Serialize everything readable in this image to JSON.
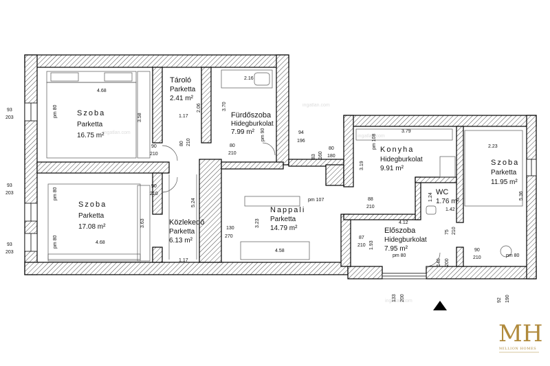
{
  "rooms": [
    {
      "id": "szoba-1",
      "name": "Szoba",
      "material": "Parketta",
      "area": "16.75 m²"
    },
    {
      "id": "szoba-2",
      "name": "Szoba",
      "material": "Parketta",
      "area": "17.08 m²"
    },
    {
      "id": "tarolo",
      "name": "Tároló",
      "material": "Parketta",
      "area": "2.41 m²"
    },
    {
      "id": "furdoszoba",
      "name": "Fürdőszoba",
      "material": "Hidegburkolat",
      "area": "7.99 m²"
    },
    {
      "id": "kozlekedo",
      "name": "Közlekedő",
      "material": "Parketta",
      "area": "6.13 m²"
    },
    {
      "id": "nappali",
      "name": "Nappali",
      "material": "Parketta",
      "area": "14.79 m²"
    },
    {
      "id": "konyha",
      "name": "Konyha",
      "material": "Hidegburkolat",
      "area": "9.91 m²"
    },
    {
      "id": "wc",
      "name": "WC",
      "material": "",
      "area": "1.76 m²"
    },
    {
      "id": "eloszoba",
      "name": "Előszoba",
      "material": "Hidegburkolat",
      "area": "7.95 m²"
    },
    {
      "id": "szoba-3",
      "name": "Szoba",
      "material": "Parketta",
      "area": "11.95 m²"
    }
  ],
  "dimensions": {
    "d_468a": "4.68",
    "d_358": "3.58",
    "d_117a": "1.17",
    "d_206": "2.06",
    "d_216": "2.16",
    "d_370": "3.70",
    "d_pm80a": "pm 80",
    "d_93a": "93",
    "d_203a": "203",
    "d_90a": "90",
    "d_210a": "210",
    "d_80a": "80",
    "d_210b": "210",
    "d_80b": "80",
    "d_210c": "210",
    "d_pm90": "pm 90",
    "d_94": "94",
    "d_196": "196",
    "d_83": "83",
    "d_160": "160",
    "d_80c": "80",
    "d_180": "180",
    "d_379": "3.79",
    "d_223": "2.23",
    "d_pm108": "pm 108",
    "d_319": "3.19",
    "d_pm80b": "pm 80",
    "d_93b": "93",
    "d_203b": "203",
    "d_90b": "90",
    "d_210d": "210",
    "d_363": "3.63",
    "d_524": "5.24",
    "d_pm107": "pm 107",
    "d_88": "88",
    "d_210e": "210",
    "d_124": "1.24",
    "d_142": "1.42",
    "d_536": "5.36",
    "d_412": "4.12",
    "d_75": "75",
    "d_210f": "210",
    "d_130": "130",
    "d_270": "270",
    "d_323": "3.23",
    "d_87": "87",
    "d_210g": "210",
    "d_193": "1.93",
    "d_pm80c": "pm 80",
    "d_93c": "93",
    "d_203c": "203",
    "d_468b": "4.68",
    "d_117b": "1.17",
    "d_458": "4.58",
    "d_pm80d": "pm 80",
    "d_140": "140",
    "d_200a": "200",
    "d_90c": "90",
    "d_210h": "210",
    "d_pm80e": "pm 80",
    "d_133": "133",
    "d_200b": "200",
    "d_92": "92",
    "d_190": "190"
  },
  "logo": {
    "monogram": "MH",
    "company": "MILLION HOMES"
  },
  "colors": {
    "wall": "#000000",
    "hatch": "#222222",
    "logo_gold": "#b08a3c"
  }
}
